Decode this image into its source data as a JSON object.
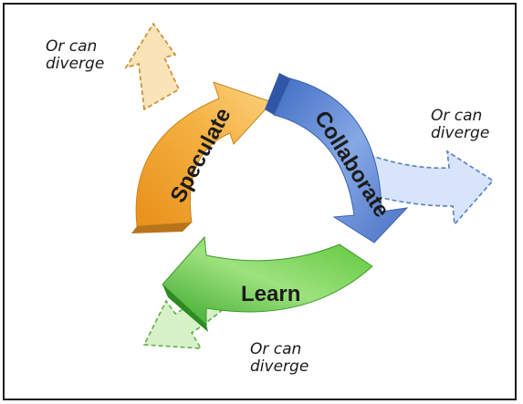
{
  "diagram": {
    "stages": [
      {
        "name": "speculate",
        "label": "Speculate",
        "color": "#f0a830"
      },
      {
        "name": "collaborate",
        "label": "Collaborate",
        "color": "#5b86d0"
      },
      {
        "name": "learn",
        "label": "Learn",
        "color": "#6cc84a"
      }
    ],
    "diverge_notes": [
      {
        "line1": "Or can",
        "line2": "diverge"
      },
      {
        "line1": "Or can",
        "line2": "diverge"
      },
      {
        "line1": "Or can",
        "line2": "diverge"
      }
    ]
  }
}
